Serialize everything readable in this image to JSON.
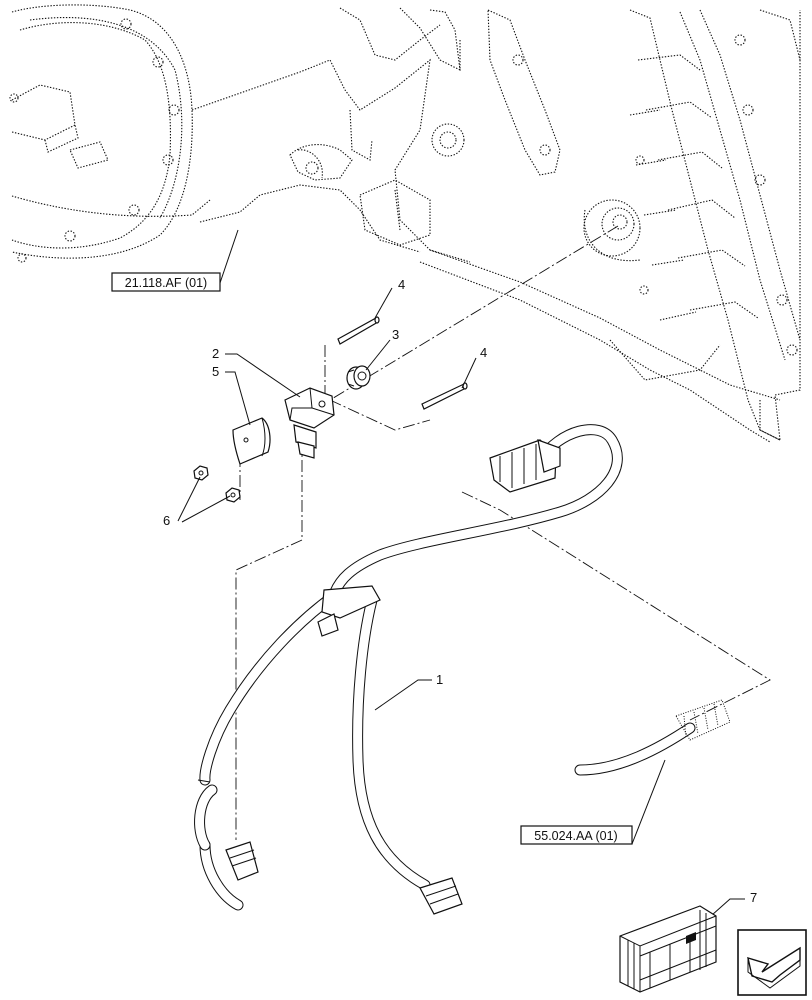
{
  "callouts": {
    "c1": "1",
    "c2": "2",
    "c3": "3",
    "c4a": "4",
    "c4b": "4",
    "c5": "5",
    "c6": "6",
    "c7": "7"
  },
  "refs": {
    "engine_block": "21.118.AF (01)",
    "harness_ref": "55.024.AA (01)"
  },
  "icons": {
    "nav": "arrow-nav-icon",
    "package": "crate-icon"
  }
}
